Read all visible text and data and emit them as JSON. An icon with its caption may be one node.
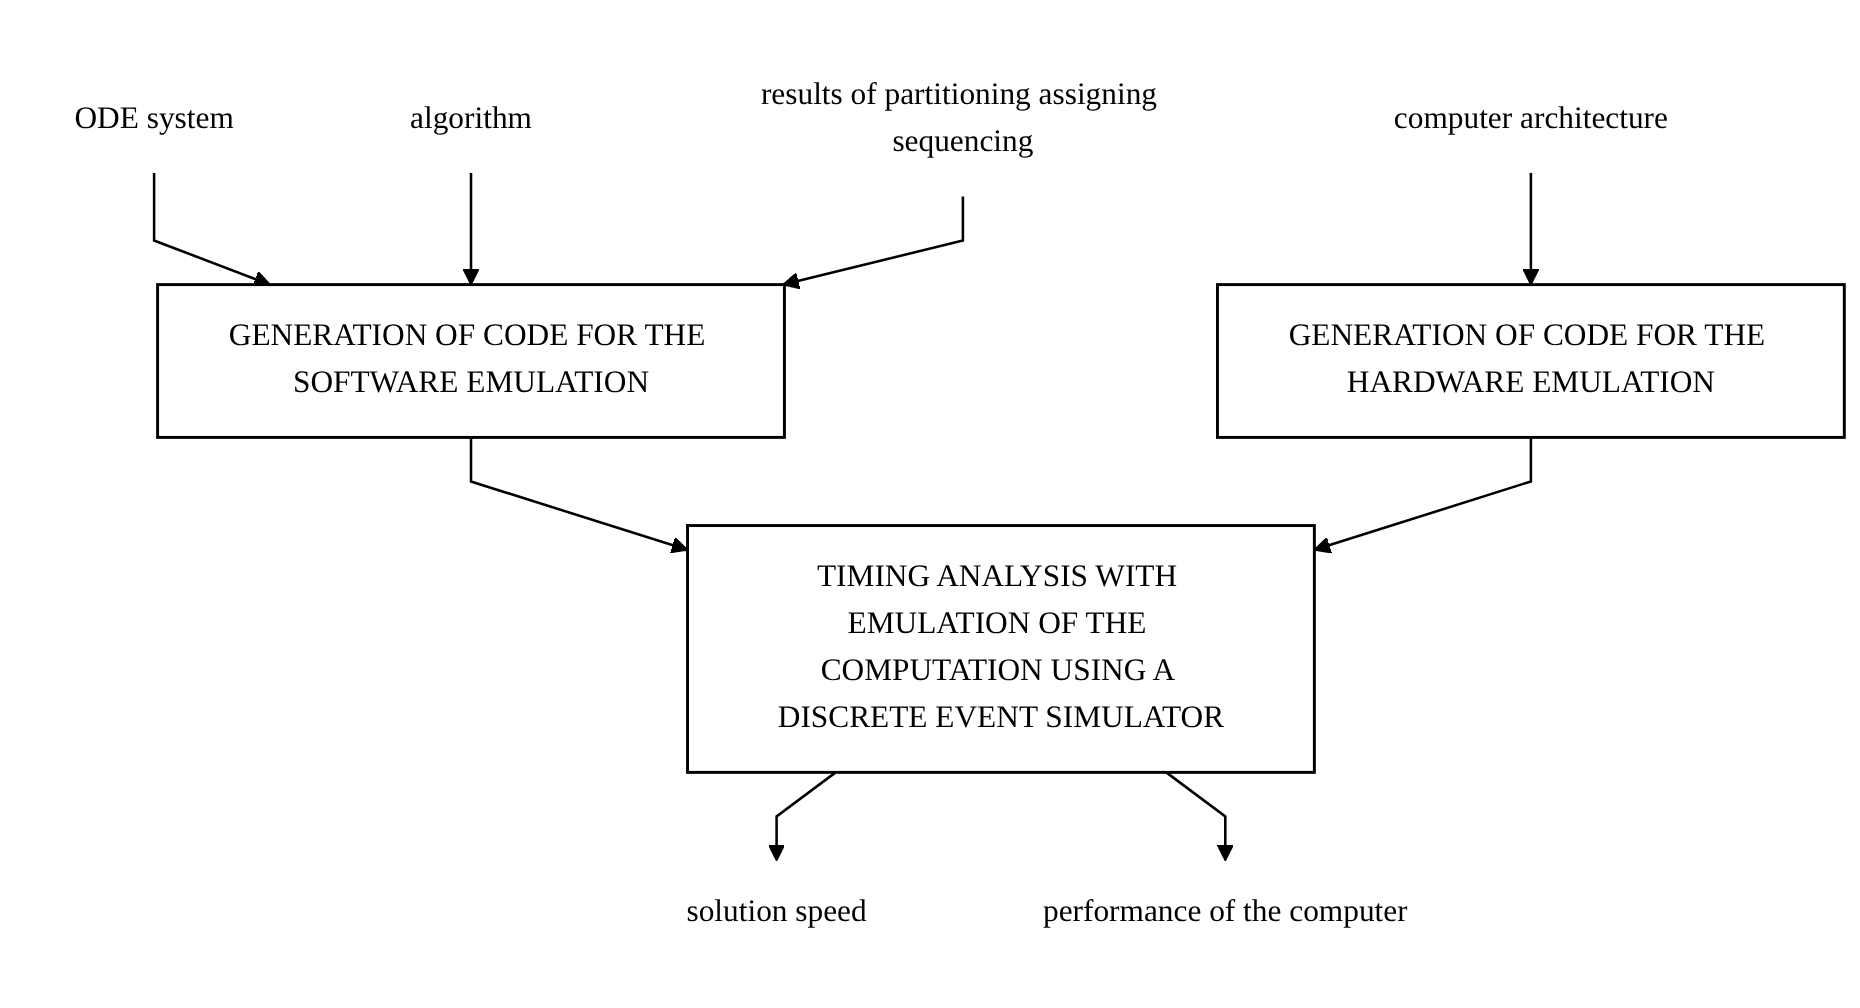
{
  "diagram": {
    "nodes": [
      {
        "text": [
          "ODE system"
        ]
      },
      {
        "text": [
          "algorithm"
        ]
      },
      {
        "text": [
          "results of partitioning assigning sequencing"
        ]
      },
      {
        "text": [
          "computer architecture"
        ]
      },
      {
        "text": [
          "GENERATION OF CODE FOR THE SOFTWARE EMULATION"
        ]
      },
      {
        "text": [
          "GENERATION OF CODE FOR THE HARDWARE EMULATION"
        ]
      },
      {
        "text": [
          "TIMING ANALYSIS WITH EMULATION OF THE COMPUTATION USING A DISCRETE EVENT SIMULATOR"
        ]
      },
      {
        "text": [
          "solution speed"
        ]
      },
      {
        "text": [
          "performance of the computer"
        ]
      }
    ],
    "edges": [
      {
        "from": 0,
        "to": 4,
        "arrow": "to"
      },
      {
        "from": 1,
        "to": 4,
        "arrow": "to"
      },
      {
        "from": 2,
        "to": 4,
        "arrow": "to"
      },
      {
        "from": 3,
        "to": 5,
        "arrow": "to"
      },
      {
        "from": 4,
        "to": 6,
        "arrow": "to"
      },
      {
        "from": 5,
        "to": 6,
        "arrow": "to"
      },
      {
        "from": 6,
        "to": 7,
        "arrow": "to"
      },
      {
        "from": 6,
        "to": 8,
        "arrow": "to"
      }
    ]
  }
}
